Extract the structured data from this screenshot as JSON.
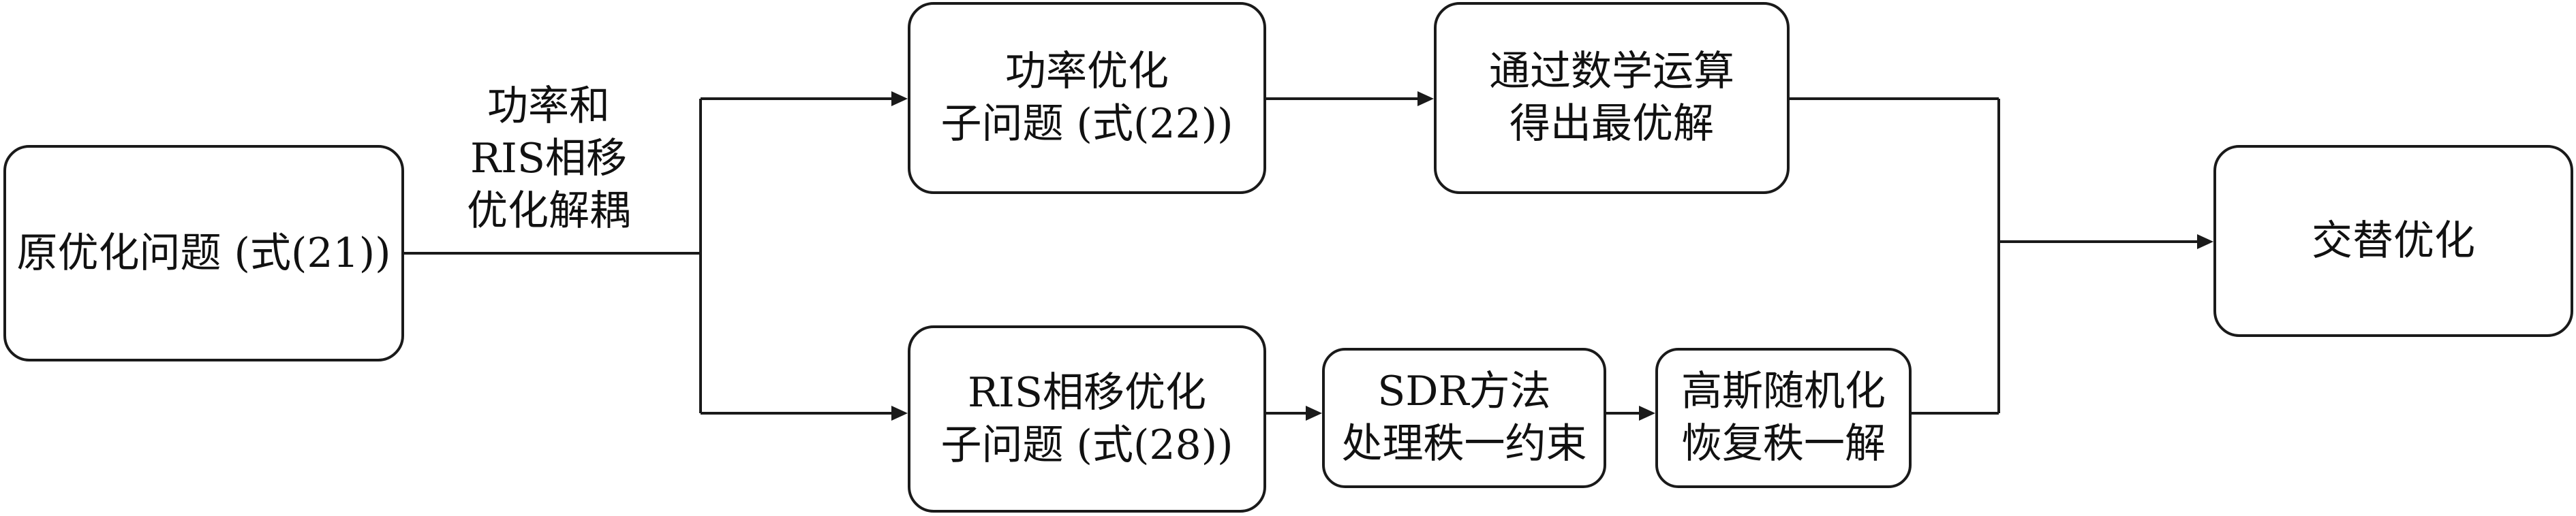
{
  "nodes": {
    "original": {
      "lines": [
        "原优化问题 (式(21))"
      ]
    },
    "power_sub": {
      "lines": [
        "功率优化",
        "子问题 (式(22))"
      ]
    },
    "math_op": {
      "lines": [
        "通过数学运算",
        "得出最优解"
      ]
    },
    "ris_sub": {
      "lines": [
        "RIS相移优化",
        "子问题 (式(28))"
      ]
    },
    "sdr": {
      "lines": [
        "SDR方法",
        "处理秩一约束"
      ]
    },
    "gauss": {
      "lines": [
        "高斯随机化",
        "恢复秩一解"
      ]
    },
    "alternate": {
      "lines": [
        "交替优化"
      ]
    }
  },
  "edge_label": {
    "lines": [
      "功率和",
      "RIS相移",
      "优化解耦"
    ]
  }
}
